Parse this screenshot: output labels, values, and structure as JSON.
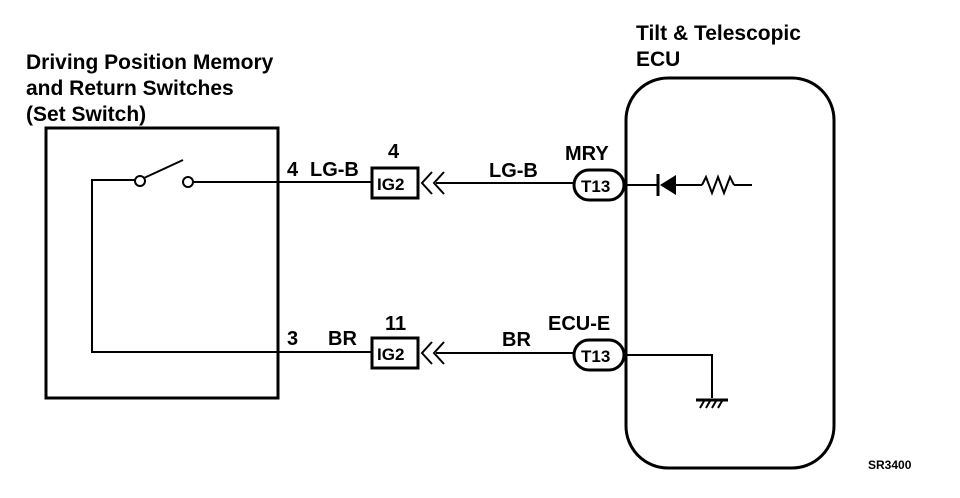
{
  "switch_block": {
    "title_line1": "Driving Position Memory",
    "title_line2": "and Return Switches",
    "title_line3": "(Set Switch)"
  },
  "ecu_block": {
    "title_line1": "Tilt & Telescopic",
    "title_line2": "ECU"
  },
  "top_circuit": {
    "pin_number": "4",
    "wire_color_left": "LG-B",
    "connector_pin": "4",
    "connector_label": "IG2",
    "wire_color_right": "LG-B",
    "terminal_name": "MRY",
    "terminal_connector": "T13"
  },
  "bottom_circuit": {
    "pin_number": "3",
    "wire_color_left": "BR",
    "connector_pin": "11",
    "connector_label": "IG2",
    "wire_color_right": "BR",
    "terminal_name": "ECU-E",
    "terminal_connector": "T13"
  },
  "figure_code": "SR3400"
}
